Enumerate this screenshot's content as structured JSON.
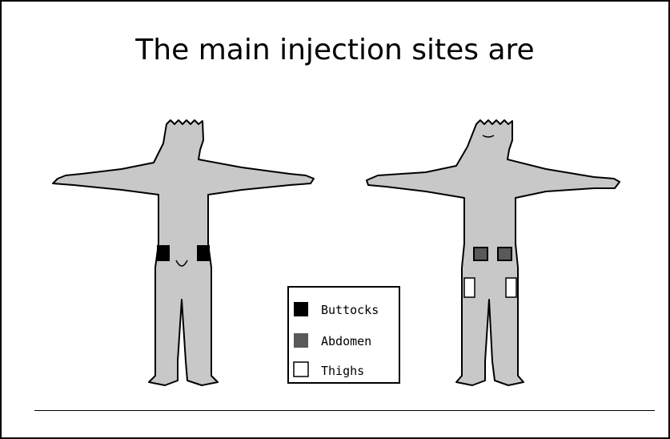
{
  "slide": {
    "title": "The main injection sites are"
  },
  "figure": {
    "legend": {
      "buttocks": "Buttocks",
      "abdomen": "Abdomen",
      "thighs": "Thighs"
    },
    "colors": {
      "body_fill": "#c8c8c8",
      "outline": "#000000",
      "buttocks": "#000000",
      "abdomen": "#595959",
      "thighs": "#ffffff"
    }
  }
}
